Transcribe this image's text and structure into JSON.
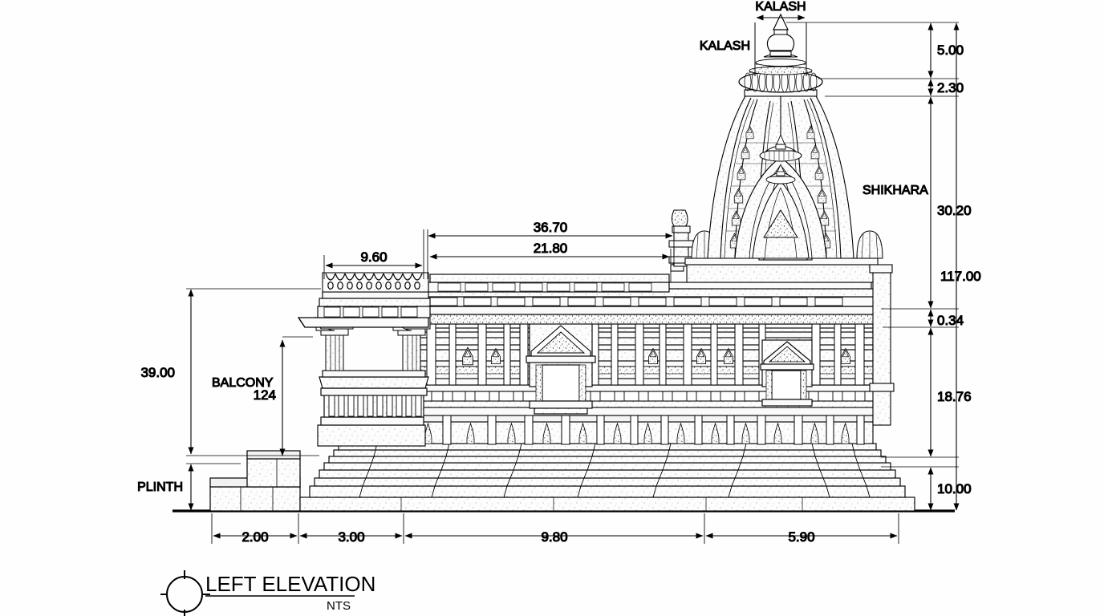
{
  "drawing": {
    "title": "LEFT ELEVATION",
    "scale_note": "NTS",
    "background_color": "#fefefe",
    "line_color": "#000000",
    "stone_fill": "#fbfbfb"
  },
  "labels": {
    "kalash_top": "KALASH",
    "kalash_left": "KALASH",
    "shikhara": "SHIKHARA",
    "balcony": "BALCONY",
    "plinth": "PLINTH"
  },
  "vertical_dimensions": [
    {
      "name": "kalash-height",
      "value": "5.00",
      "side": "right"
    },
    {
      "name": "amalaka-height",
      "value": "2.30",
      "side": "right"
    },
    {
      "name": "shikhara-height",
      "value": "30.20",
      "side": "right"
    },
    {
      "name": "cornice-offset",
      "value": "0.34",
      "side": "right"
    },
    {
      "name": "wall-height",
      "value": "18.76",
      "side": "right"
    },
    {
      "name": "plinth-height",
      "value": "10.00",
      "side": "right"
    },
    {
      "name": "overall-height",
      "value": "117.00",
      "side": "right-outer"
    },
    {
      "name": "balcony-overall",
      "value": "39.00",
      "side": "left"
    },
    {
      "name": "balcony-inner",
      "value": "124",
      "side": "left-inner"
    }
  ],
  "horizontal_dimensions_top": [
    {
      "name": "balcony-width",
      "value": "9.60"
    },
    {
      "name": "mandapa-to-shikhara",
      "value": "36.70"
    },
    {
      "name": "inner-span",
      "value": "21.80"
    }
  ],
  "horizontal_dimensions_bottom": [
    {
      "name": "step-1",
      "value": "2.00"
    },
    {
      "name": "step-2",
      "value": "3.00"
    },
    {
      "name": "main-body",
      "value": "9.80"
    },
    {
      "name": "sanctum",
      "value": "5.90"
    }
  ]
}
